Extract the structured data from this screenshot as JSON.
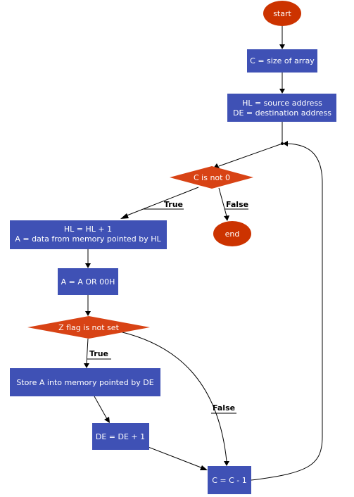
{
  "colors": {
    "process_fill": "#3f51b5",
    "decision_fill": "#d84315",
    "terminal_fill": "#cc3300",
    "node_text": "#ffffff",
    "edge": "#000000"
  },
  "nodes": {
    "start": {
      "type": "terminal",
      "label": "start"
    },
    "init_count": {
      "type": "process",
      "lines": [
        "C = size of array"
      ]
    },
    "init_pointers": {
      "type": "process",
      "lines": [
        "HL = source address",
        "DE = destination address"
      ]
    },
    "check_count": {
      "type": "decision",
      "label": "C is not 0"
    },
    "end": {
      "type": "terminal",
      "label": "end"
    },
    "load_data": {
      "type": "process",
      "lines": [
        "HL = HL + 1",
        "A = data from memory pointed by HL"
      ]
    },
    "or_zero": {
      "type": "process",
      "lines": [
        "A = A OR 00H"
      ]
    },
    "check_zero": {
      "type": "decision",
      "label": "Z flag is not set"
    },
    "store_data": {
      "type": "process",
      "lines": [
        "Store A into memory pointed by DE"
      ]
    },
    "inc_dest": {
      "type": "process",
      "lines": [
        "DE = DE + 1"
      ]
    },
    "dec_count": {
      "type": "process",
      "lines": [
        "C = C - 1"
      ]
    }
  },
  "edge_labels": {
    "count_true": "True",
    "count_false": "False",
    "zero_true": "True",
    "zero_false": "False"
  }
}
